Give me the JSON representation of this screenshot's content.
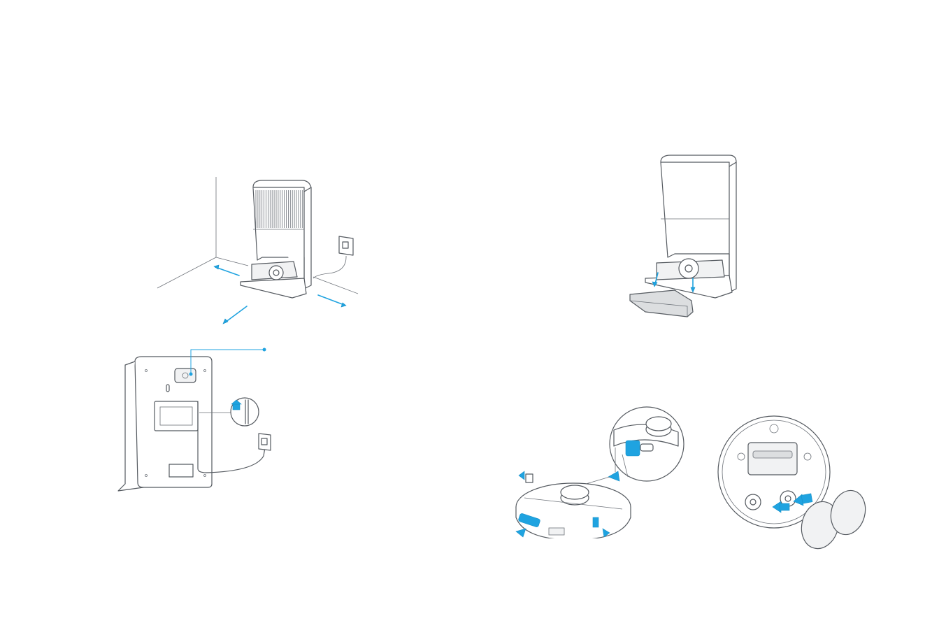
{
  "colors": {
    "accent": "#1fa3e0",
    "line": "#555a60",
    "background": "#ffffff"
  },
  "figures": [
    {
      "id": "station-placement",
      "icon": "docking-station-placement-illustration"
    },
    {
      "id": "station-back-cable",
      "icon": "docking-station-rear-cable-illustration"
    },
    {
      "id": "ramp-install",
      "icon": "ramp-installation-illustration"
    },
    {
      "id": "robot-bumper-remove",
      "icon": "robot-protective-clips-illustration"
    },
    {
      "id": "mop-pads-install",
      "icon": "mop-pad-installation-illustration"
    }
  ]
}
